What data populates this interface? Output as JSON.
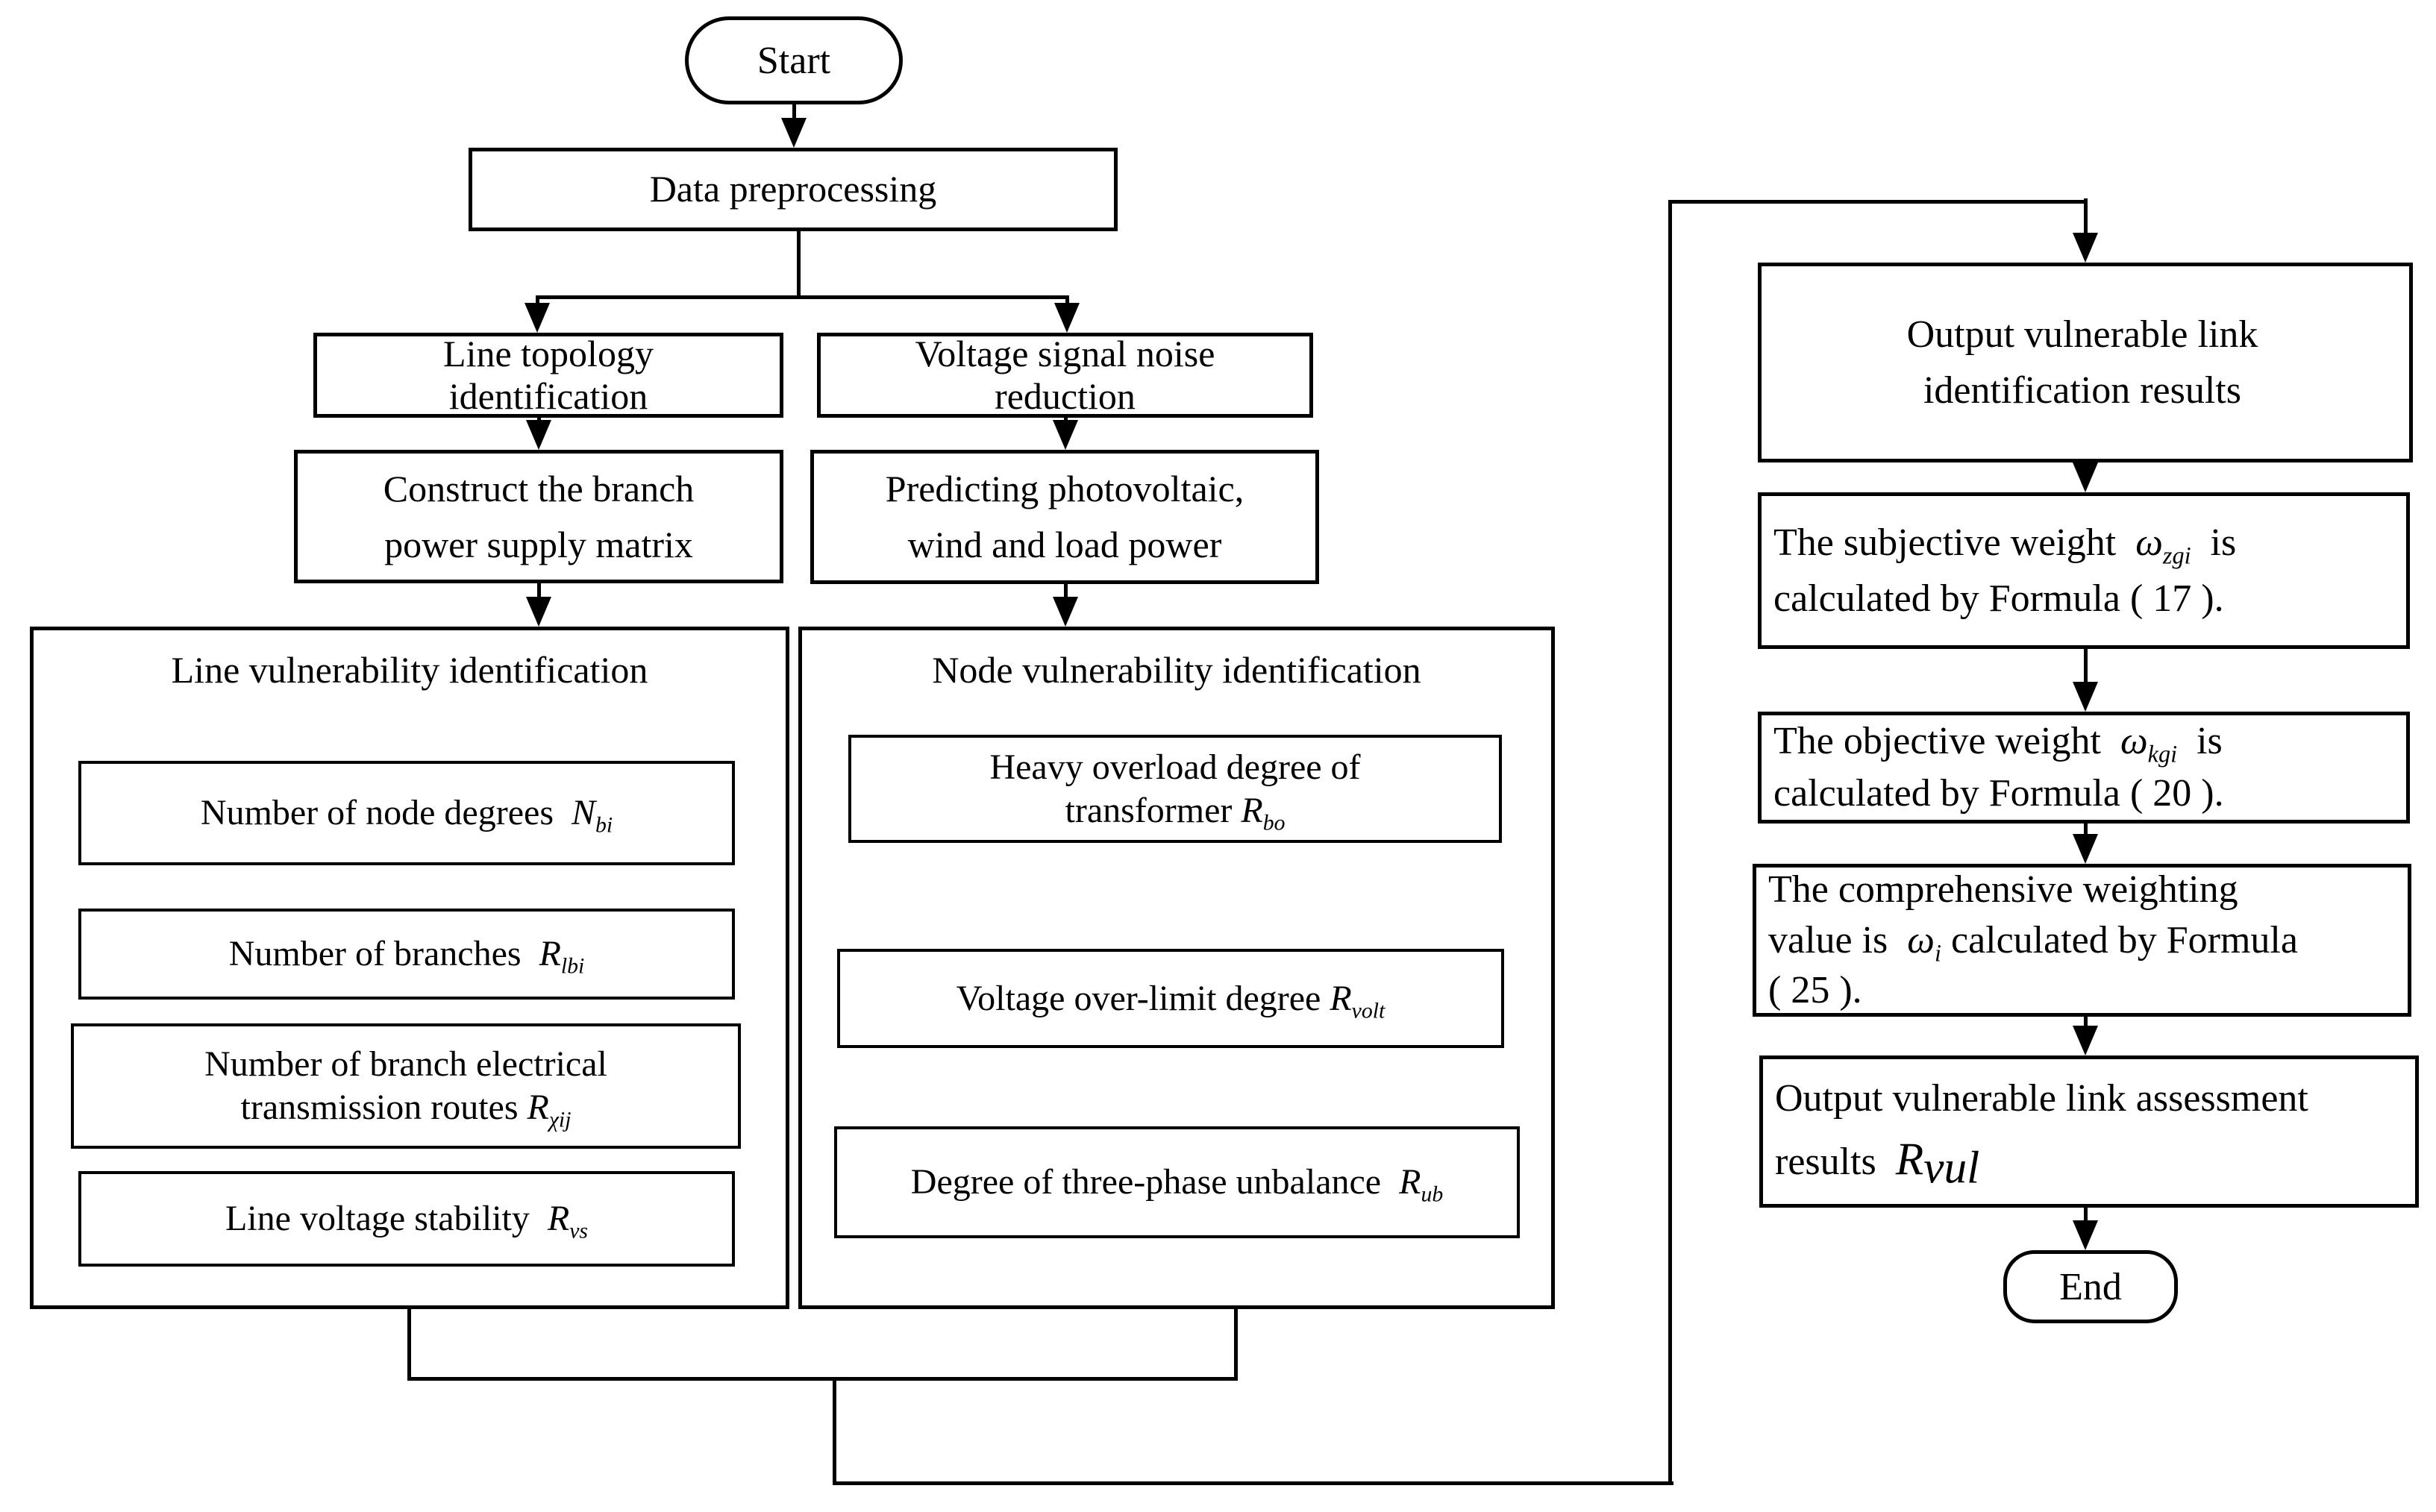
{
  "colors": {
    "ink": "#000000",
    "paper": "#ffffff"
  },
  "nodes": {
    "start": [
      {
        "t": "Start"
      }
    ],
    "data_preprocessing": [
      {
        "t": "Data preprocessing"
      }
    ],
    "line_topology": [
      {
        "t": "Line topology"
      },
      {
        "br": true
      },
      {
        "t": "identification"
      }
    ],
    "voltage_noise": [
      {
        "t": "Voltage signal noise"
      },
      {
        "br": true
      },
      {
        "t": "reduction"
      }
    ],
    "construct_matrix": [
      {
        "t": "Construct the branch"
      },
      {
        "br": true
      },
      {
        "t": "power supply matrix"
      }
    ],
    "predict_power": [
      {
        "t": "Predicting photovoltaic,"
      },
      {
        "br": true
      },
      {
        "t": "wind and load power"
      }
    ],
    "line_container_title": [
      {
        "t": "Line vulnerability identification"
      }
    ],
    "node_container_title": [
      {
        "t": "Node vulnerability identification"
      }
    ],
    "node_degrees": [
      {
        "t": "Number of node degrees  "
      },
      {
        "t": "N",
        "i": true
      },
      {
        "t": "bi",
        "i": true,
        "sub": true
      }
    ],
    "branches": [
      {
        "t": "Number of branches  "
      },
      {
        "t": "R",
        "i": true
      },
      {
        "t": "lbi",
        "i": true,
        "sub": true
      }
    ],
    "transmission_routes": [
      {
        "t": "Number of branch electrical"
      },
      {
        "br": true
      },
      {
        "t": "transmission routes "
      },
      {
        "t": "R",
        "i": true
      },
      {
        "t": "χij",
        "i": true,
        "sub": true
      }
    ],
    "voltage_stability": [
      {
        "t": "Line voltage stability  "
      },
      {
        "t": "R",
        "i": true
      },
      {
        "t": "vs",
        "i": true,
        "sub": true
      }
    ],
    "overload_degree": [
      {
        "t": "Heavy overload degree of"
      },
      {
        "br": true
      },
      {
        "t": "transformer "
      },
      {
        "t": "R",
        "i": true
      },
      {
        "t": "bo",
        "i": true,
        "sub": true
      }
    ],
    "over_limit_degree": [
      {
        "t": "Voltage over-limit degree "
      },
      {
        "t": "R",
        "i": true
      },
      {
        "t": "volt",
        "i": true,
        "sub": true
      }
    ],
    "unbalance_degree": [
      {
        "t": "Degree of three-phase unbalance  "
      },
      {
        "t": "R",
        "i": true
      },
      {
        "t": "ub",
        "i": true,
        "sub": true
      }
    ],
    "output_identification": [
      {
        "t": "Output vulnerable link"
      },
      {
        "br": true
      },
      {
        "t": "identification results"
      }
    ],
    "subjective_weight": [
      {
        "t": "The subjective weight  "
      },
      {
        "t": "ω",
        "i": true
      },
      {
        "t": "zgi",
        "i": true,
        "sub": true
      },
      {
        "t": "  is"
      },
      {
        "br": true
      },
      {
        "t": "calculated by Formula ( 17 )."
      }
    ],
    "objective_weight": [
      {
        "t": "The objective weight  "
      },
      {
        "t": "ω",
        "i": true
      },
      {
        "t": "kgi",
        "i": true,
        "sub": true
      },
      {
        "t": "  is"
      },
      {
        "br": true
      },
      {
        "t": "calculated by Formula ( 20 )."
      }
    ],
    "comprehensive_weight": [
      {
        "t": "The comprehensive weighting"
      },
      {
        "br": true
      },
      {
        "t": "value is  "
      },
      {
        "t": "ω",
        "i": true
      },
      {
        "t": "i",
        "i": true,
        "sub": true
      },
      {
        "t": " calculated by Formula"
      },
      {
        "br": true
      },
      {
        "t": "( 25 )."
      }
    ],
    "output_assessment": [
      {
        "t": "Output vulnerable link assessment"
      },
      {
        "br": true
      },
      {
        "t": "results  "
      },
      {
        "t": "R",
        "i": true,
        "big": true
      },
      {
        "t": "vul",
        "i": true,
        "sub": true,
        "big": true
      }
    ],
    "end": [
      {
        "t": "End"
      }
    ]
  }
}
